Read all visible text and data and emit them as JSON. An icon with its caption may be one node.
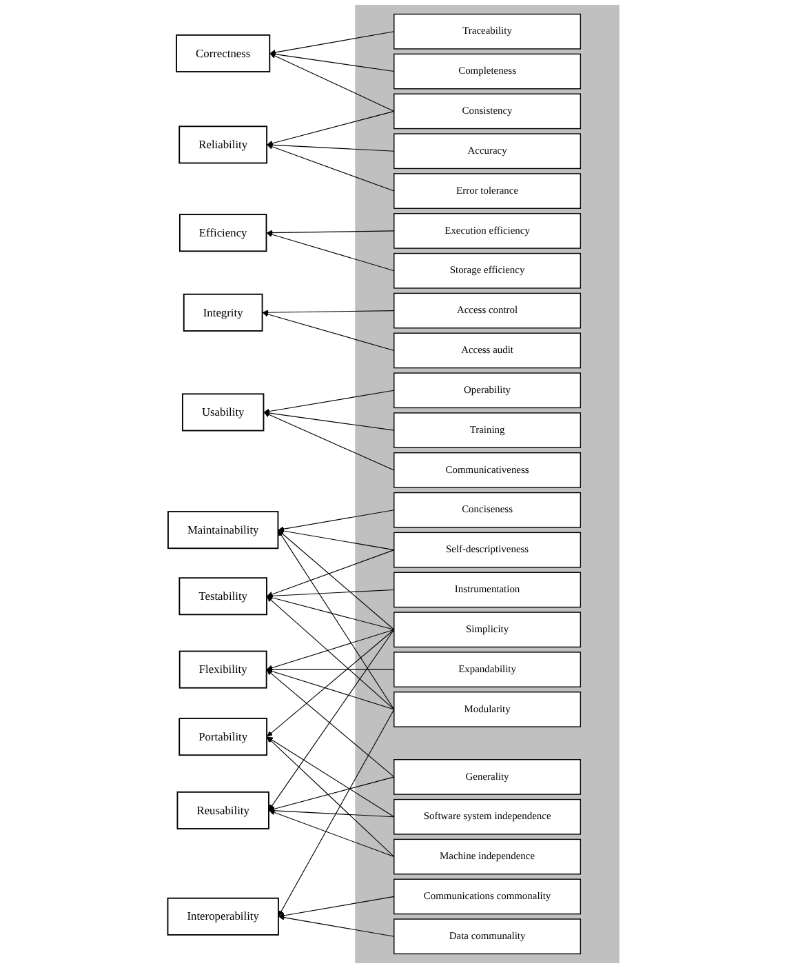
{
  "diagram": {
    "nodes": [
      {
        "text": [
          "Correctness"
        ]
      },
      {
        "text": [
          "Reliability"
        ]
      },
      {
        "text": [
          "Efficiency"
        ]
      },
      {
        "text": [
          "Integrity"
        ]
      },
      {
        "text": [
          "Usability"
        ]
      },
      {
        "text": [
          "Maintainability"
        ]
      },
      {
        "text": [
          "Testability"
        ]
      },
      {
        "text": [
          "Flexibility"
        ]
      },
      {
        "text": [
          "Portability"
        ]
      },
      {
        "text": [
          "Reusability"
        ]
      },
      {
        "text": [
          "Interoperability"
        ]
      },
      {
        "text": [],
        "shape": "box"
      },
      {
        "text": [
          "Traceability"
        ],
        "in": 11
      },
      {
        "text": [
          "Completeness"
        ],
        "in": 11
      },
      {
        "text": [
          "Consistency"
        ],
        "in": 11
      },
      {
        "text": [
          "Accuracy"
        ],
        "in": 11
      },
      {
        "text": [
          "Error tolerance"
        ],
        "in": 11
      },
      {
        "text": [
          "Execution efficiency"
        ],
        "in": 11
      },
      {
        "text": [
          "Storage efficiency"
        ],
        "in": 11
      },
      {
        "text": [
          "Access control"
        ],
        "in": 11
      },
      {
        "text": [
          "Access audit"
        ],
        "in": 11
      },
      {
        "text": [
          "Operability"
        ],
        "in": 11
      },
      {
        "text": [
          "Training"
        ],
        "in": 11
      },
      {
        "text": [
          "Communicativeness"
        ],
        "in": 11
      },
      {
        "text": [
          "Simplicity"
        ],
        "in": 11
      },
      {
        "text": [
          "Conciseness"
        ],
        "in": 11
      },
      {
        "text": [
          "Instrumentation"
        ],
        "in": 11
      },
      {
        "text": [
          "Self-descriptiveness"
        ],
        "in": 11
      },
      {
        "text": [
          "Expandability"
        ],
        "in": 11
      },
      {
        "text": [
          "Generality"
        ],
        "in": 11
      },
      {
        "text": [
          "Modularity"
        ],
        "in": 11
      },
      {
        "text": [
          "Software system independence"
        ],
        "in": 11
      },
      {
        "text": [
          "Machine independence"
        ],
        "in": 11
      },
      {
        "text": [
          "Communications commonality"
        ],
        "in": 11
      },
      {
        "text": [
          "Data communality"
        ],
        "in": 11
      }
    ],
    "edges": [
      {
        "from": 12,
        "to": 0,
        "arrow": "to"
      },
      {
        "from": 13,
        "to": 0,
        "arrow": "to"
      },
      {
        "from": 14,
        "to": 0,
        "arrow": "to"
      },
      {
        "from": 14,
        "to": 1,
        "arrow": "to"
      },
      {
        "from": 15,
        "to": 1,
        "arrow": "to"
      },
      {
        "from": 16,
        "to": 1,
        "arrow": "to"
      },
      {
        "from": 17,
        "to": 2,
        "arrow": "to"
      },
      {
        "from": 18,
        "to": 2,
        "arrow": "to"
      },
      {
        "from": 19,
        "to": 3,
        "arrow": "to"
      },
      {
        "from": 20,
        "to": 3,
        "arrow": "to"
      },
      {
        "from": 21,
        "to": 4,
        "arrow": "to"
      },
      {
        "from": 22,
        "to": 4,
        "arrow": "to"
      },
      {
        "from": 23,
        "to": 4,
        "arrow": "to"
      },
      {
        "from": 24,
        "to": 5,
        "arrow": "to"
      },
      {
        "from": 25,
        "to": 5,
        "arrow": "to"
      },
      {
        "from": 27,
        "to": 5,
        "arrow": "to"
      },
      {
        "from": 30,
        "to": 5,
        "arrow": "to"
      },
      {
        "from": 24,
        "to": 6,
        "arrow": "to"
      },
      {
        "from": 26,
        "to": 6,
        "arrow": "to"
      },
      {
        "from": 27,
        "to": 6,
        "arrow": "to"
      },
      {
        "from": 30,
        "to": 6,
        "arrow": "to"
      },
      {
        "from": 24,
        "to": 7,
        "arrow": "to"
      },
      {
        "from": 28,
        "to": 7,
        "arrow": "to"
      },
      {
        "from": 29,
        "to": 7,
        "arrow": "to"
      },
      {
        "from": 30,
        "to": 7,
        "arrow": "to"
      },
      {
        "from": 24,
        "to": 8,
        "arrow": "to"
      },
      {
        "from": 31,
        "to": 8,
        "arrow": "to"
      },
      {
        "from": 32,
        "to": 8,
        "arrow": "to"
      },
      {
        "from": 24,
        "to": 9,
        "arrow": "to"
      },
      {
        "from": 29,
        "to": 9,
        "arrow": "to"
      },
      {
        "from": 31,
        "to": 9,
        "arrow": "to"
      },
      {
        "from": 32,
        "to": 9,
        "arrow": "to"
      },
      {
        "from": 30,
        "to": 10,
        "arrow": "to"
      },
      {
        "from": 33,
        "to": 10,
        "arrow": "to"
      },
      {
        "from": 34,
        "to": 10,
        "arrow": "to"
      }
    ]
  }
}
